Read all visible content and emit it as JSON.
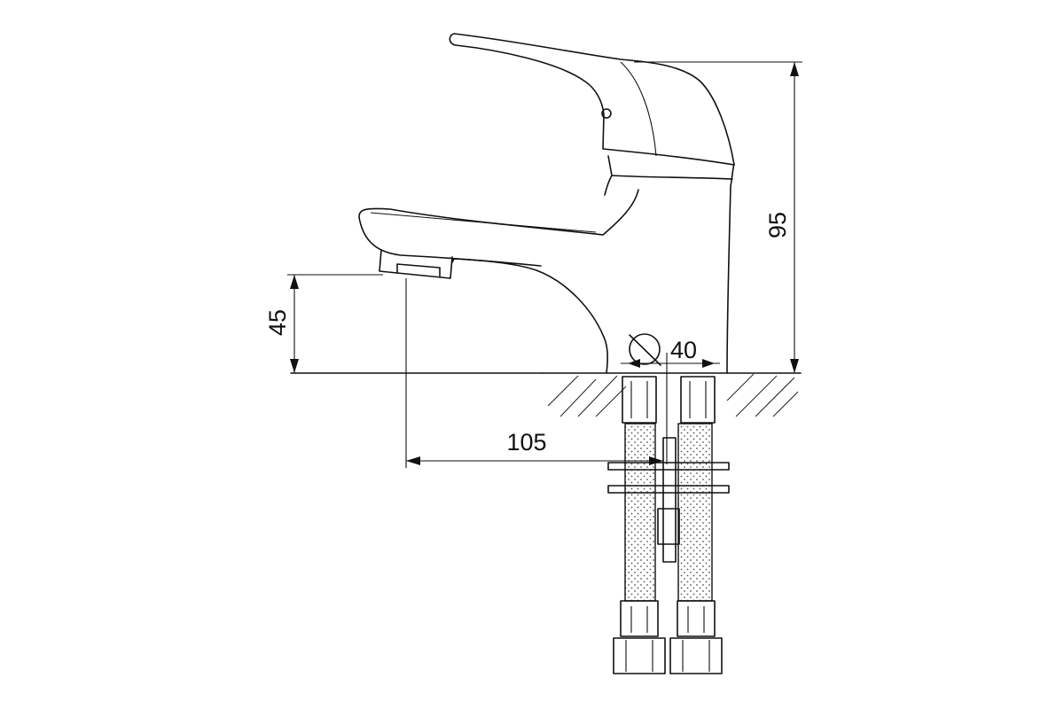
{
  "dimensions": {
    "height_total": "95",
    "spout_clearance": "45",
    "reach": "105",
    "hole_diameter": "40"
  },
  "colors": {
    "line": "#111111",
    "background": "#ffffff"
  }
}
